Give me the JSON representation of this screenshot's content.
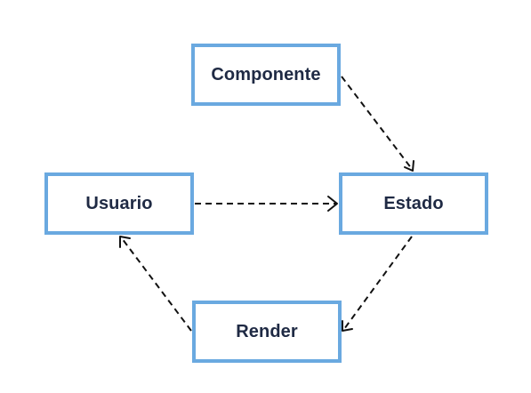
{
  "diagram": {
    "nodes": {
      "componente": {
        "label": "Componente"
      },
      "usuario": {
        "label": "Usuario"
      },
      "estado": {
        "label": "Estado"
      },
      "render": {
        "label": "Render"
      }
    },
    "edges": [
      {
        "from": "componente",
        "to": "estado",
        "style": "dashed"
      },
      {
        "from": "usuario",
        "to": "estado",
        "style": "dashed"
      },
      {
        "from": "estado",
        "to": "render",
        "style": "dashed"
      },
      {
        "from": "render",
        "to": "usuario",
        "style": "dashed"
      }
    ],
    "colors": {
      "node_border": "#6aa9e0",
      "node_text": "#1f2a44",
      "edge": "#111111",
      "background": "#ffffff"
    }
  }
}
